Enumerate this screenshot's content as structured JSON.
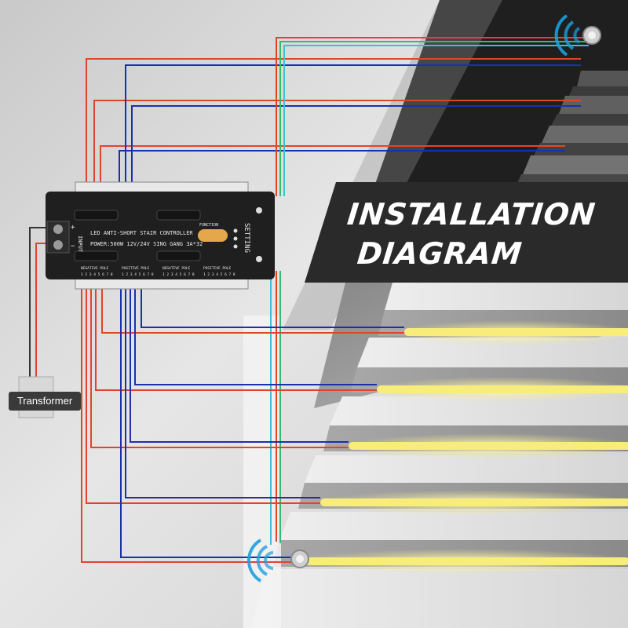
{
  "title_line1": "INSTALLATION",
  "title_line2": "DIAGRAM",
  "transformer_label": "Transformer",
  "controller": {
    "input_label": "INPUT",
    "plus_sign": "+",
    "minus_sign": "−",
    "title": "LED ANTI-SHORT STAIR CONTROLLER",
    "power_text": "POWER:500W 12V/24V SING GANG 3A*32",
    "function_label": "FUNCTION",
    "setting_label": "SETTING",
    "negative_pole": "NEGATIVE POLE",
    "positive_pole": "POSITIVE POLE",
    "pin_numbers": "1 2 3 4 5 6 7 8"
  },
  "colors": {
    "red_wire": "#e0452b",
    "blue_wire": "#1c2fb0",
    "green_wire": "#2fbf6a",
    "cyan_wire": "#3cc0d8",
    "led_strip": "#f8ec7a",
    "banner": "#2a2a2a",
    "controller": "#1f1f1f",
    "sensor_glow": "#1aa0e0"
  }
}
